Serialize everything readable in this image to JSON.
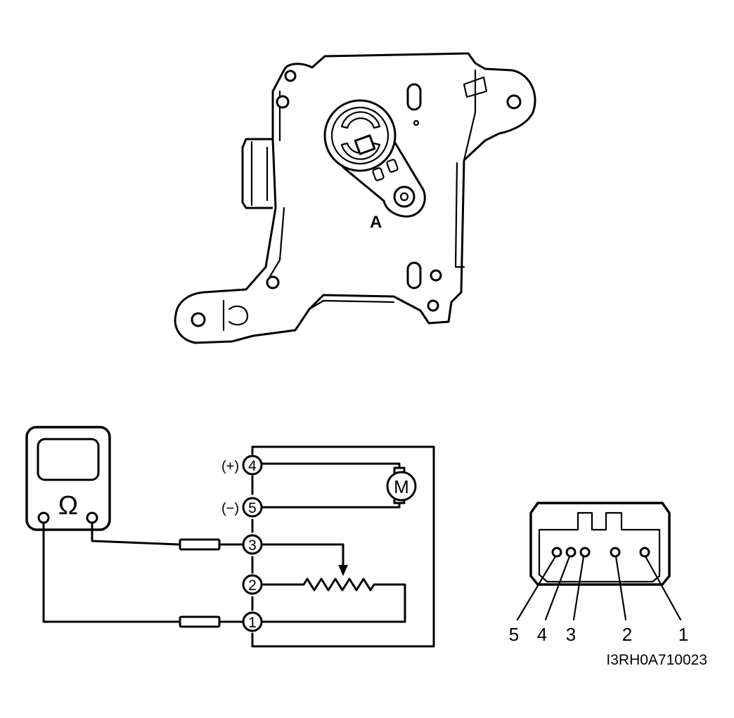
{
  "actuator": {
    "part_label": "A"
  },
  "circuit": {
    "meter_symbol": "Ω",
    "motor_symbol": "M",
    "terminals": [
      {
        "num": "4",
        "polarity": "(+)"
      },
      {
        "num": "5",
        "polarity": "(−)"
      },
      {
        "num": "3",
        "polarity": ""
      },
      {
        "num": "2",
        "polarity": ""
      },
      {
        "num": "1",
        "polarity": ""
      }
    ]
  },
  "connector": {
    "pin_labels": [
      "5",
      "4",
      "3",
      "2",
      "1"
    ]
  },
  "figure_code": "I3RH0A710023"
}
